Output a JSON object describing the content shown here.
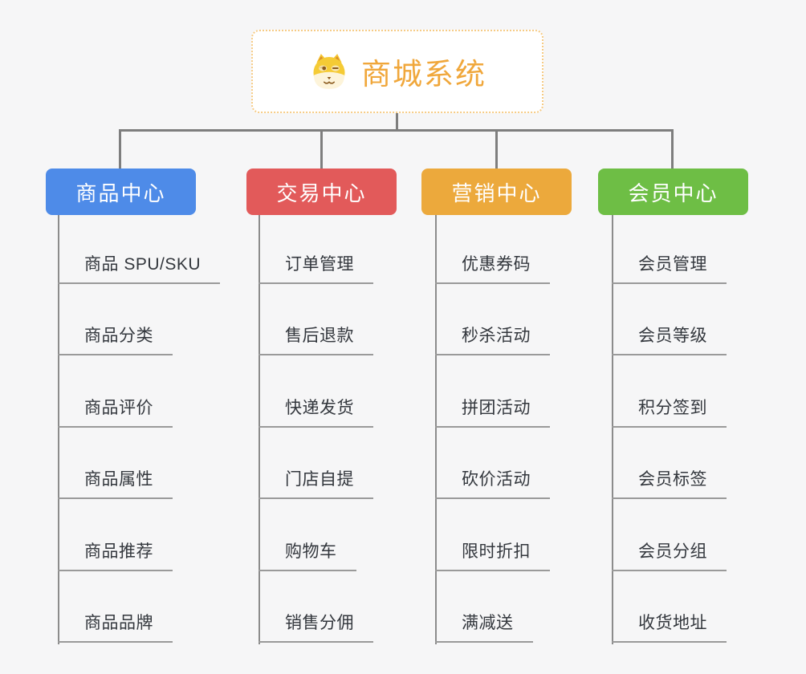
{
  "root": {
    "title": "商城系统",
    "icon": "dog-face-icon"
  },
  "branches": [
    {
      "label": "商品中心",
      "color": "#4e8be8",
      "children": [
        "商品 SPU/SKU",
        "商品分类",
        "商品评价",
        "商品属性",
        "商品推荐",
        "商品品牌"
      ]
    },
    {
      "label": "交易中心",
      "color": "#e25a5a",
      "children": [
        "订单管理",
        "售后退款",
        "快递发货",
        "门店自提",
        "购物车",
        "销售分佣"
      ]
    },
    {
      "label": "营销中心",
      "color": "#eca93c",
      "children": [
        "优惠券码",
        "秒杀活动",
        "拼团活动",
        "砍价活动",
        "限时折扣",
        "满减送"
      ]
    },
    {
      "label": "会员中心",
      "color": "#6ebe45",
      "children": [
        "会员管理",
        "会员等级",
        "积分签到",
        "会员标签",
        "会员分组",
        "收货地址"
      ]
    }
  ],
  "colors": {
    "background": "#f6f6f7",
    "connector": "#7e7e7e",
    "underline": "#9a9a9a",
    "leaf_text": "#33373d",
    "root_border": "#f6cb85",
    "root_title": "#f0a73b"
  }
}
